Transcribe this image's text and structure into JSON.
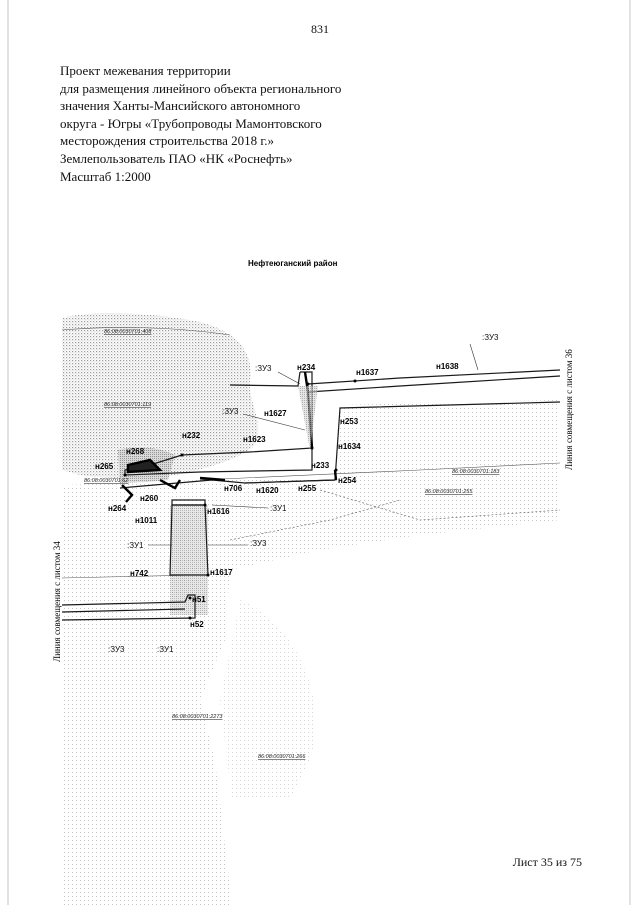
{
  "page_number": "831",
  "header_lines": [
    "Проект межевания территории",
    "для размещения линейного объекта регионального",
    "значения Ханты-Мансийского автономного",
    "округа - Югры «Трубопроводы Мамонтовского",
    "месторождения строительства 2018 г.»",
    "Землепользователь ПАО «НК «Роснефть»",
    "Масштаб 1:2000"
  ],
  "map": {
    "region_label": "Нефтеюганский район",
    "left_edge_label": "Линия совмещения с листом 34",
    "right_edge_label": "Линия совмещения с листом 36",
    "parcels": [
      "86:08:0030701:408",
      "86:08:0030701:119",
      "86:08:0030701:62",
      "86:08:0030701:183",
      "86:08:0030701:255",
      "86:08:0030701:2273",
      "86:08:0030701:266"
    ],
    "zones": {
      "zu3": ":ЗУ3",
      "zu1": ":ЗУ1"
    },
    "points": {
      "n234": "н234",
      "n1637": "н1637",
      "n1638": "н1638",
      "n1627": "н1627",
      "n253": "н253",
      "n232": "н232",
      "n1623": "н1623",
      "n1634": "н1634",
      "n268": "н268",
      "n265": "н265",
      "n233": "н233",
      "n254": "н254",
      "n706": "н706",
      "n1620": "н1620",
      "n255": "н255",
      "n260": "н260",
      "n264": "н264",
      "n1011": "н1011",
      "n1616": "н1616",
      "n742": "н742",
      "n1617": "н1617",
      "n51": "н51",
      "n52": "н52"
    }
  },
  "footer": "Лист 35 из 75"
}
